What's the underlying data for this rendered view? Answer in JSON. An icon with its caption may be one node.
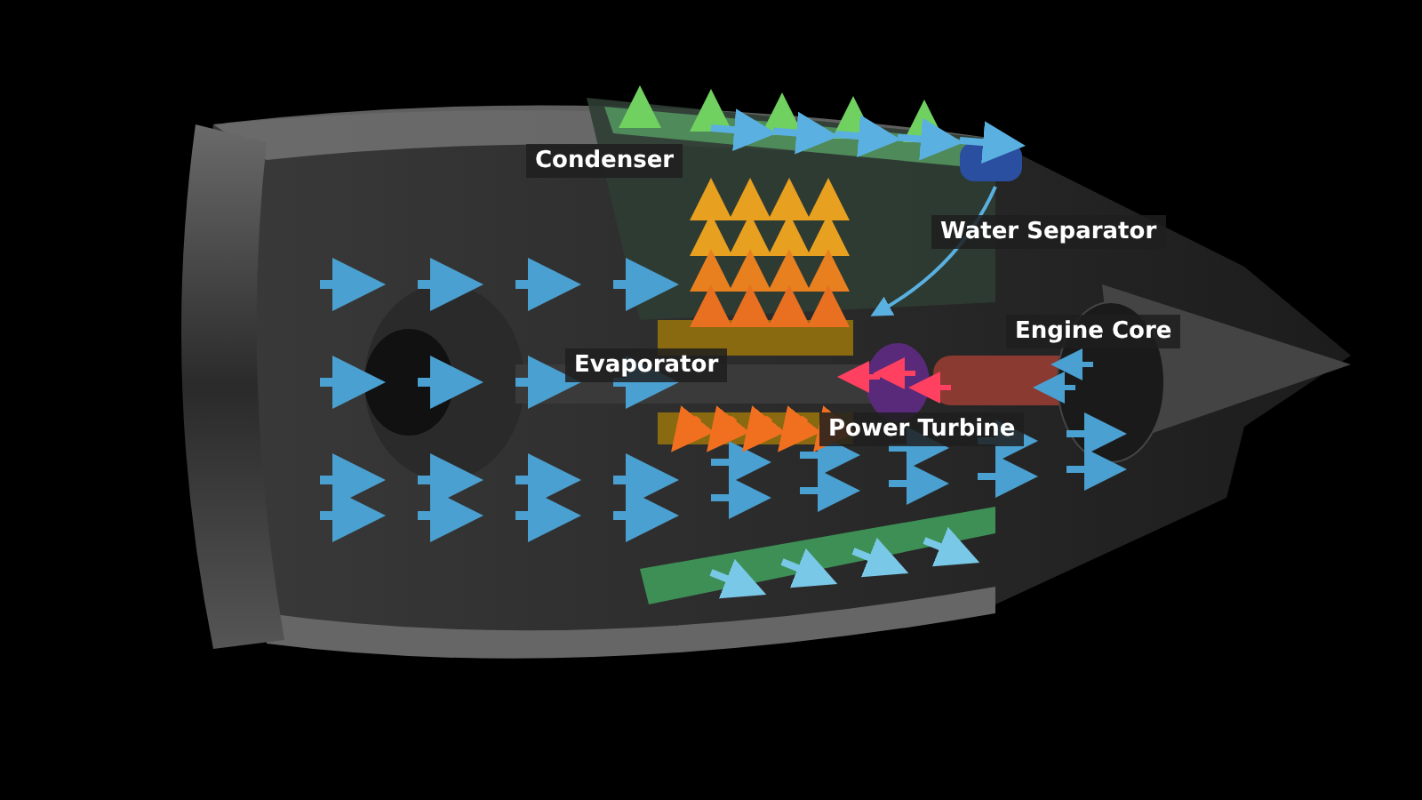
{
  "diagram": {
    "labels": [
      "Condenser",
      "Water Separator",
      "Engine Core",
      "Evaporator",
      "Power Turbine"
    ]
  }
}
